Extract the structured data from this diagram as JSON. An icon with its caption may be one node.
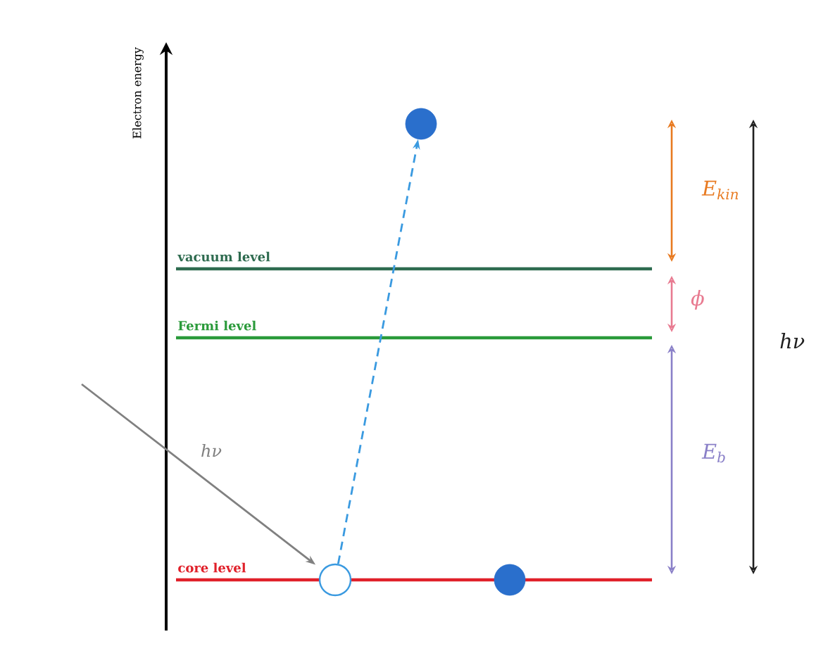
{
  "diagram": {
    "nodes": [
      {
        "text": [
          "vacuum level"
        ]
      },
      {
        "text": [
          "Fermi level"
        ]
      },
      {
        "text": [
          "core level"
        ]
      },
      {
        "text": [],
        "shape": "circle"
      },
      {
        "text": [],
        "shape": "circle"
      },
      {
        "text": [],
        "shape": "circle"
      }
    ],
    "edges": [
      {
        "from": 3,
        "to": 5,
        "arrow": "to",
        "style": "dashed",
        "color": "#3a9ae0"
      },
      {
        "from": null,
        "to": 3,
        "arrow": "to",
        "label": "hν",
        "color": "#808080"
      }
    ],
    "labels": [
      "Electron energy",
      "E$_{kin}$",
      "ϕ",
      "hν",
      "E$_{b}$"
    ]
  }
}
